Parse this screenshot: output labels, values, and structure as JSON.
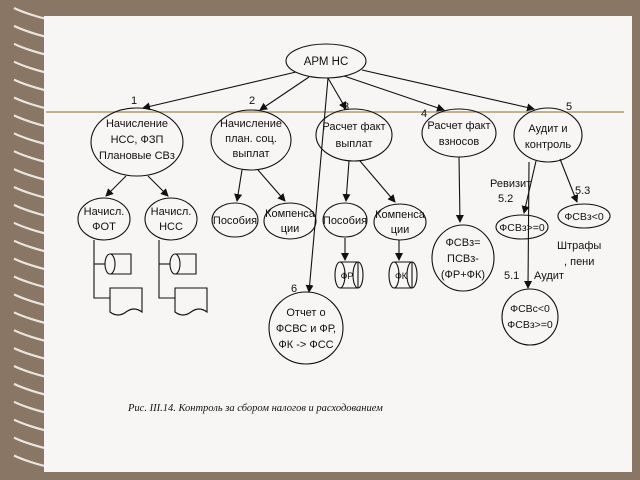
{
  "diagram": {
    "root": "АРМ НС",
    "numbers": {
      "n1": "1",
      "n2": "2",
      "n3": "3",
      "n4": "4",
      "n5": "5",
      "n6": "6",
      "n52": "5.2",
      "n53": "5.3",
      "n51": "5.1"
    },
    "level1": {
      "b1": [
        "Начисление",
        "НСС, ФЗП",
        "Плановые СВз"
      ],
      "b2": [
        "Начисление",
        "план. соц.",
        "выплат"
      ],
      "b3": [
        "Расчет факт",
        "выплат"
      ],
      "b4": [
        "Расчет факт",
        "взносов"
      ],
      "b5": [
        "Аудит и",
        "контроль"
      ]
    },
    "level2": {
      "nach_fot": [
        "Начисл.",
        "ФОТ"
      ],
      "nach_nss": [
        "Начисл.",
        "НСС"
      ],
      "posobiya_a": "Пособия",
      "kompens_a": [
        "Компенса",
        "ции"
      ],
      "posobiya_b": "Пособия",
      "kompens_b": [
        "Компенса",
        "ции"
      ],
      "fsv_formula": [
        "ФСВз=",
        "ПСВз-",
        "(ФР+ФК)"
      ],
      "fsv_ge0": "ФСВз>=0",
      "fsv_lt0": "ФСВз<0"
    },
    "level3": {
      "fr": "ФР",
      "fk": "ФК",
      "report": [
        "Отчет о",
        "ФСВС и ФР,",
        "ФК -> ФСС"
      ],
      "fsv_pair": [
        "ФСВс<0",
        "ФСВз>=0"
      ]
    },
    "labels": {
      "revizit": "Ревизит",
      "shtrafy": [
        "Штрафы",
        ", пени"
      ],
      "audit": "Аудит"
    },
    "caption": "Рис. III.14. Контроль за сбором налогов и расходованием"
  }
}
